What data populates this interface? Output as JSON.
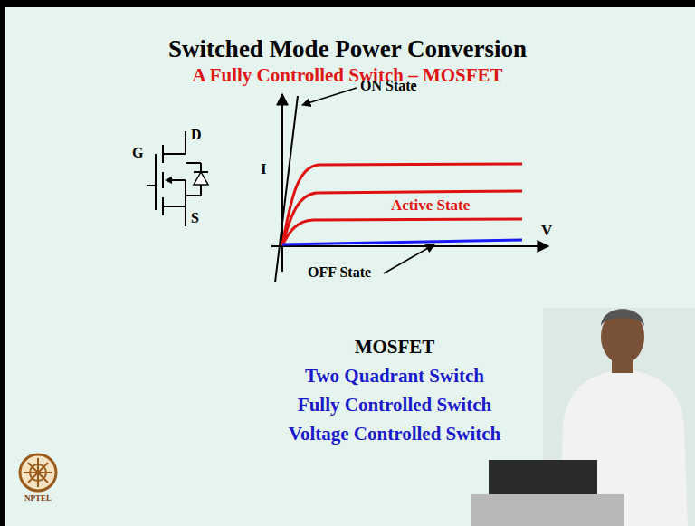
{
  "diagram": {
    "title": "Switched Mode Power Conversion",
    "labels": [
      "A Fully Controlled Switch – MOSFET",
      "G",
      "D",
      "S",
      "I",
      "V",
      "ON State",
      "Active State",
      "OFF State",
      "MOSFET",
      "Two Quadrant Switch",
      "Fully Controlled Switch",
      "Voltage Controlled Switch",
      "NPTEL"
    ]
  }
}
